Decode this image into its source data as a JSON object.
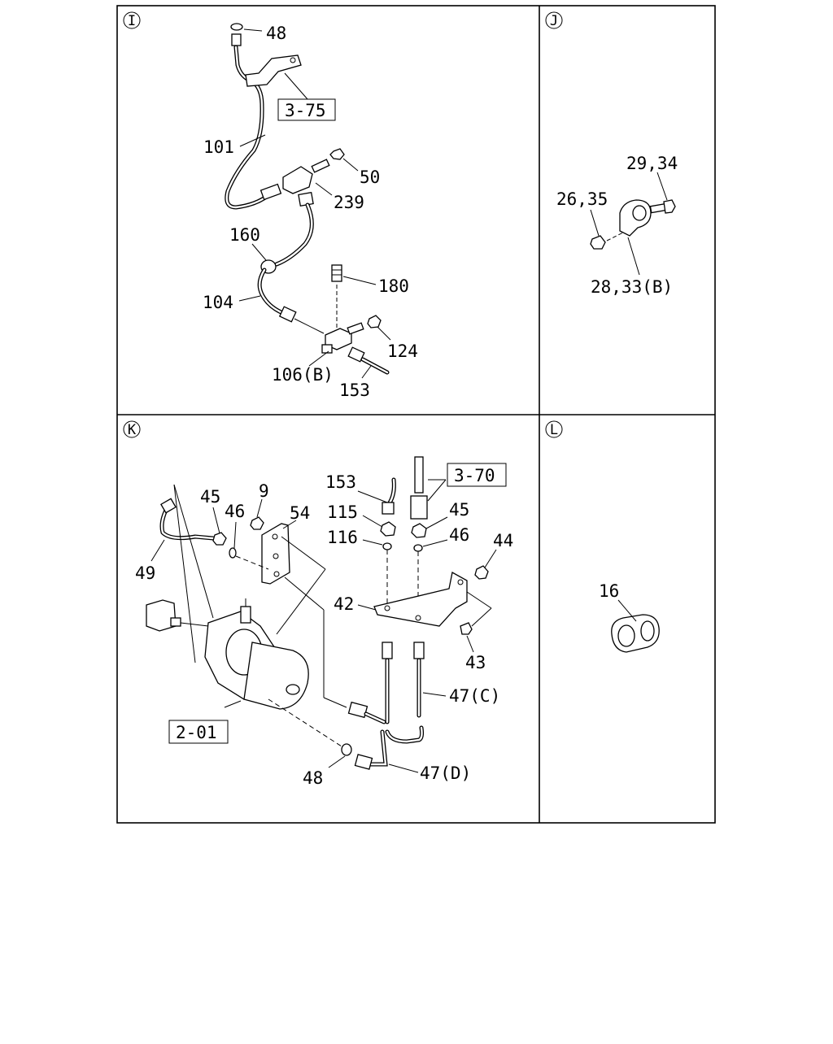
{
  "sections": {
    "I": {
      "marker": "I",
      "labels": {
        "p48": "48",
        "p101": "101",
        "p50": "50",
        "p239": "239",
        "p160": "160",
        "p180": "180",
        "p104": "104",
        "p124": "124",
        "p106b": "106(B)",
        "p153": "153"
      },
      "refs": {
        "r375": "3-75"
      }
    },
    "J": {
      "marker": "J",
      "labels": {
        "p2934": "29,34",
        "p2635": "26,35",
        "p2833b": "28,33(B)"
      }
    },
    "K": {
      "marker": "K",
      "labels": {
        "p153": "153",
        "p115": "115",
        "p116": "116",
        "p45a": "45",
        "p46a": "46",
        "p9": "9",
        "p54": "54",
        "p45b": "45",
        "p46b": "46",
        "p44": "44",
        "p49": "49",
        "p42": "42",
        "p43": "43",
        "p47c": "47(C)",
        "p48": "48",
        "p47d": "47(D)"
      },
      "refs": {
        "r370": "3-70",
        "r201": "2-01"
      }
    },
    "L": {
      "marker": "L",
      "labels": {
        "p16": "16"
      }
    }
  }
}
